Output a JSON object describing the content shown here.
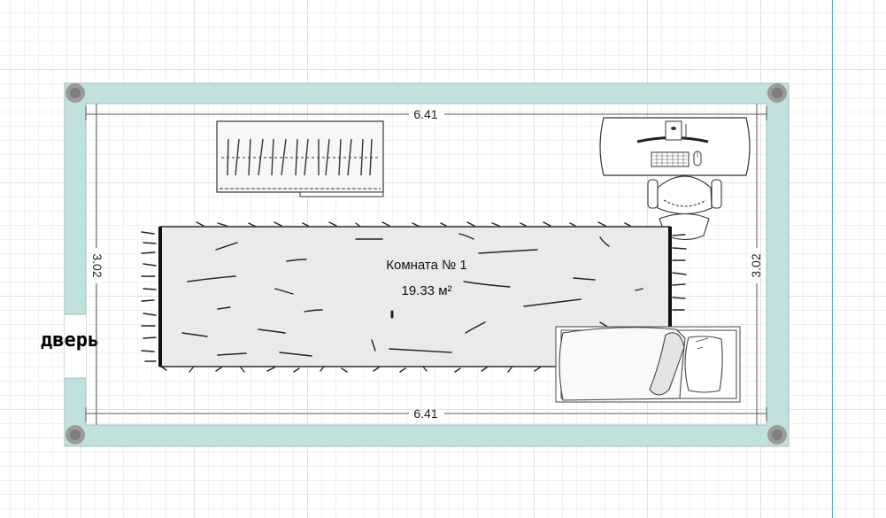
{
  "room": {
    "name": "Комната №  1",
    "area": "19.33 м²"
  },
  "dimensions": {
    "top": "6.41",
    "bottom": "6.41",
    "left": "3.02",
    "right": "3.02"
  },
  "door": {
    "label": "дверь"
  },
  "furniture": [
    "wardrobe",
    "desk",
    "office-chair",
    "rug",
    "bed"
  ],
  "colors": {
    "wall": "#c1e1df",
    "guide_line": "#22c5d8",
    "rug": "#e9eaec",
    "column": "#9a9a9a"
  }
}
